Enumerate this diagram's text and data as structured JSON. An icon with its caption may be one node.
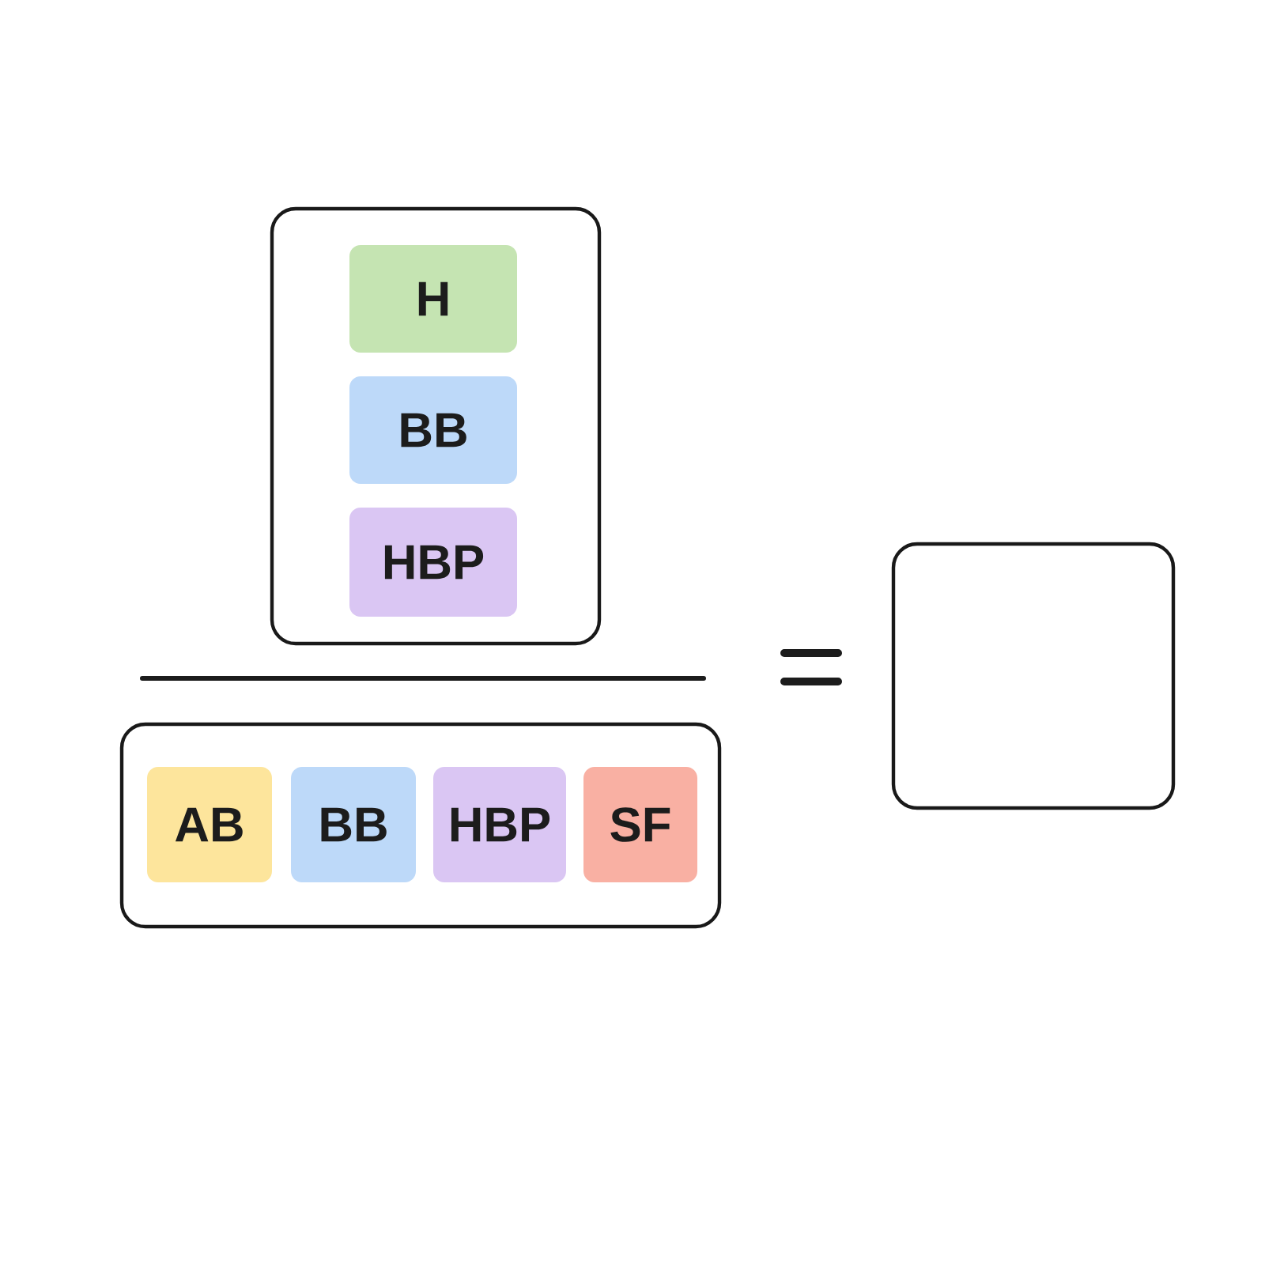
{
  "diagram": {
    "nodes": [
      {
        "text": [],
        "shape": "box"
      },
      {
        "text": [
          "H"
        ],
        "in": 0
      },
      {
        "text": [
          "BB"
        ],
        "in": 0
      },
      {
        "text": [
          "HBP"
        ],
        "in": 0
      },
      {
        "text": [],
        "shape": "box"
      },
      {
        "text": [
          "AB"
        ],
        "in": 4
      },
      {
        "text": [
          "BB"
        ],
        "in": 4
      },
      {
        "text": [
          "HBP"
        ],
        "in": 4
      },
      {
        "text": [
          "SF"
        ],
        "in": 4
      },
      {
        "text": [],
        "shape": "box"
      }
    ]
  }
}
